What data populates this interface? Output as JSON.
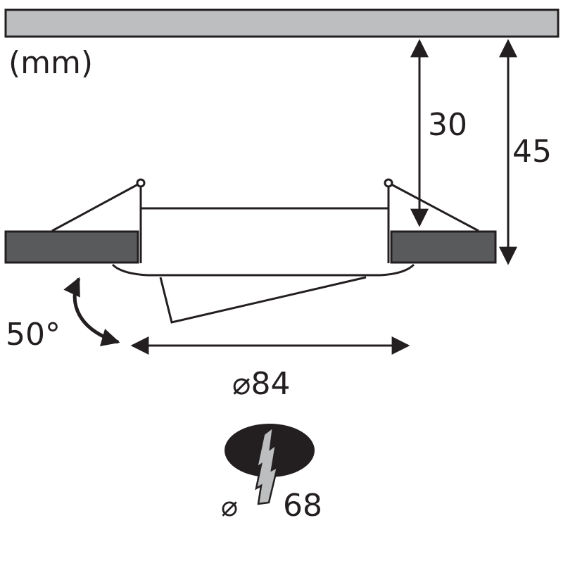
{
  "diagram": {
    "unit_label": "(mm)",
    "dim_clearance": "30",
    "dim_total_height": "45",
    "tilt_angle": "50°",
    "diameter_outer": "⌀84",
    "cutout_symbol": "⌀",
    "cutout_value": "68",
    "colors": {
      "stroke": "#231f20",
      "ceiling_fill": "#bcbec0",
      "panel_fill": "#595a5c",
      "cutout_fill": "#231f20",
      "bolt_fill": "#bcbec0"
    },
    "icons": [
      "ceiling-slab",
      "ceiling-panel",
      "lamp-housing",
      "tilt-arrow-icon",
      "lightning-bolt-icon"
    ]
  }
}
